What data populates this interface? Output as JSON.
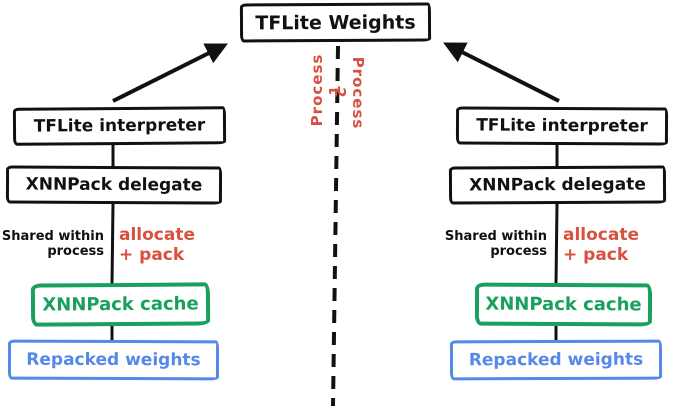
{
  "title": {
    "label": "TFLite Weights"
  },
  "divider": {
    "process_left_label": "Process 1",
    "process_right_label": "Process 2"
  },
  "left": {
    "interpreter_label": "TFLite interpreter",
    "delegate_label": "XNNPack delegate",
    "shared_note_line1": "Shared within",
    "shared_note_line2": "process",
    "allocate_note_line1": "allocate",
    "allocate_note_line2": "+ pack",
    "cache_label": "XNNPack cache",
    "repacked_label": "Repacked weights"
  },
  "right": {
    "interpreter_label": "TFLite interpreter",
    "delegate_label": "XNNPack delegate",
    "shared_note_line1": "Shared within",
    "shared_note_line2": "process",
    "allocate_note_line1": "allocate",
    "allocate_note_line2": "+ pack",
    "cache_label": "XNNPack cache",
    "repacked_label": "Repacked weights"
  },
  "colors": {
    "ink": "#111111",
    "annotation_red": "#d9503f",
    "cache_green": "#18a05c",
    "repacked_blue": "#5589e8",
    "background": "#ffffff"
  }
}
